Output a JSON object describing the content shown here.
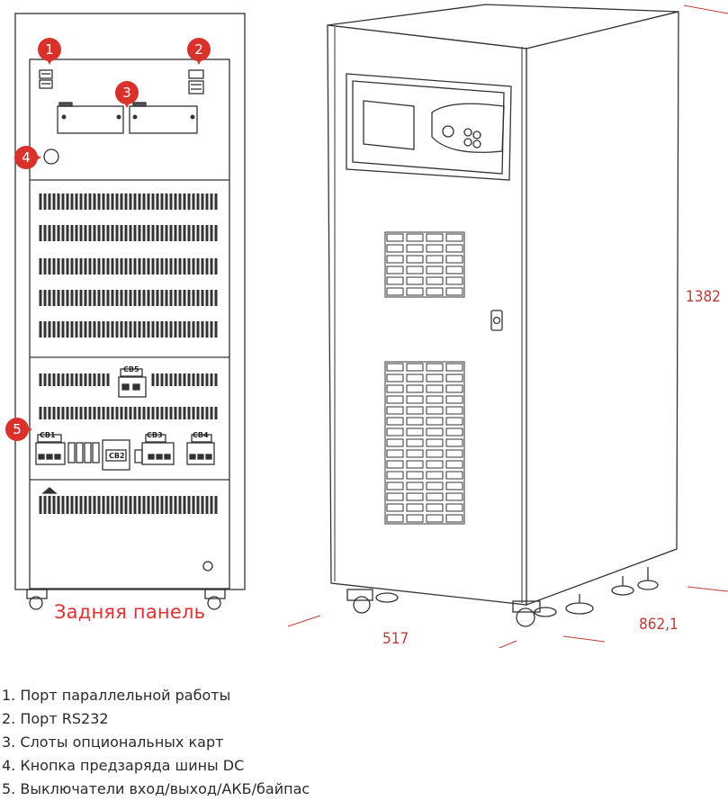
{
  "markers": [
    "1",
    "2",
    "3",
    "4",
    "5"
  ],
  "breakers": [
    "CB1",
    "CB2",
    "CB3",
    "CB4",
    "CB5"
  ],
  "rear_panel_label": "Задняя панель",
  "dimensions": {
    "height": "1382",
    "width": "517",
    "depth": "862,1"
  },
  "legend": [
    "1. Порт параллельной работы",
    "2. Порт RS232",
    "3. Слоты опциональных карт",
    "4. Кнопка предзаряда шины DC",
    "5. Выключатели вход/выход/АКБ/байпас"
  ],
  "colors": {
    "accent": "#d7322c",
    "line": "#333333"
  }
}
